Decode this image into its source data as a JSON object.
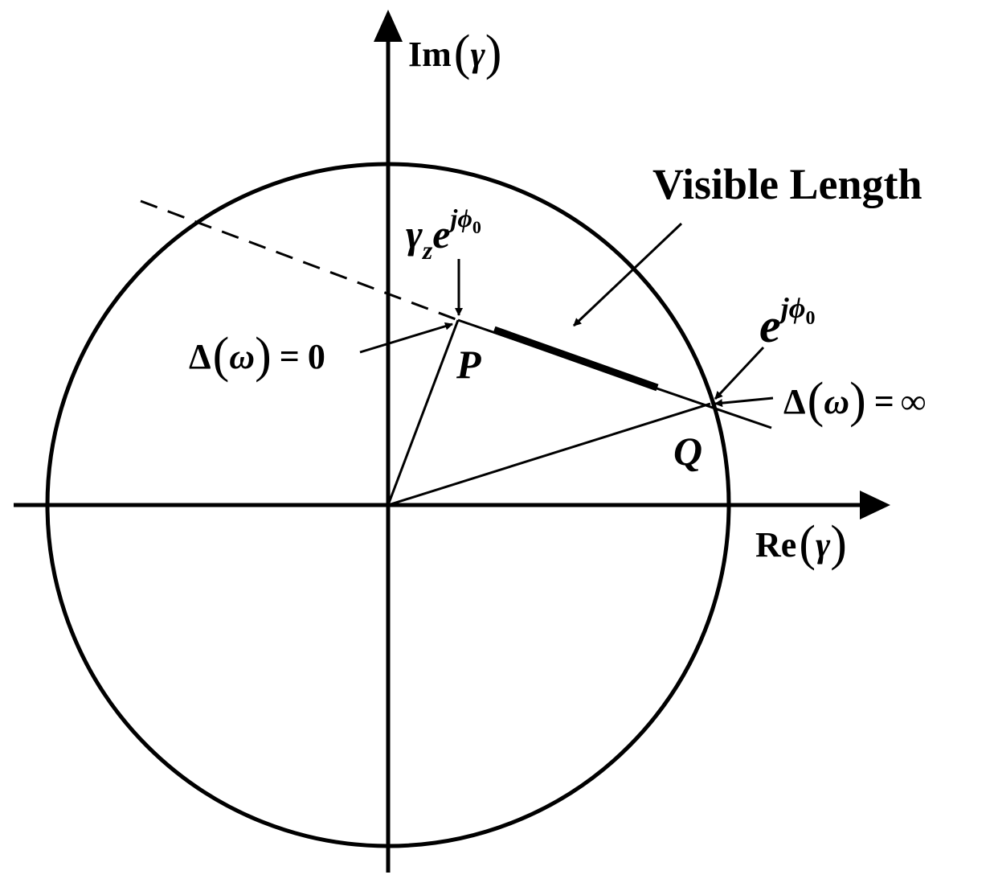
{
  "axes": {
    "real": {
      "prefix": "Re",
      "variable": "γ"
    },
    "imaginary": {
      "prefix": "Im",
      "variable": "γ"
    }
  },
  "labels": {
    "visible_length": "Visible Length",
    "point_p": "P",
    "point_q": "Q",
    "p_value": {
      "base": "γ",
      "sub": "z",
      "e": "e",
      "exp": "jϕ",
      "exp_sub": "0"
    },
    "q_value": {
      "e": "e",
      "exp": "jϕ",
      "exp_sub": "0"
    },
    "delta_zero": {
      "delta": "Δ",
      "omega": "ω",
      "equals": "=",
      "rhs": "0"
    },
    "delta_inf": {
      "delta": "Δ",
      "omega": "ω",
      "equals": "=",
      "rhs": "∞"
    }
  },
  "colors": {
    "ink": "#000000",
    "background": "#ffffff"
  }
}
